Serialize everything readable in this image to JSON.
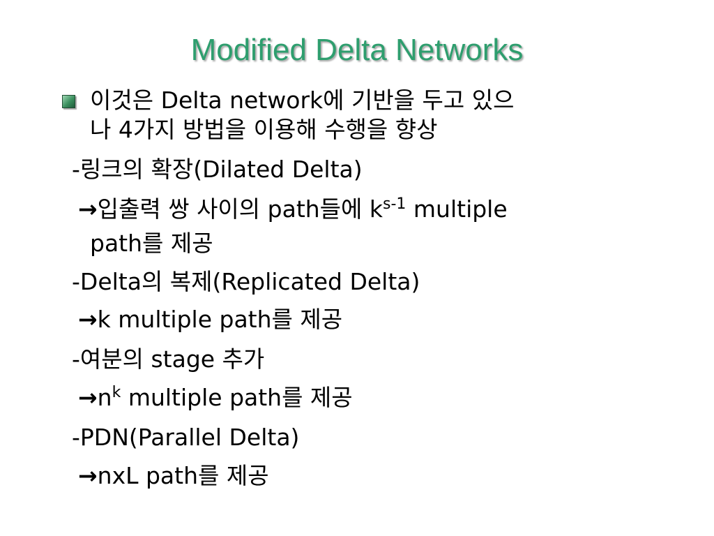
{
  "slide": {
    "title": "Modified Delta Networks",
    "bullet_line1": "이것은 Delta network에 기반을 두고 있으",
    "bullet_line2": "나 4가지 방법을 이용해 수행을 향상",
    "items": [
      {
        "heading": "-링크의 확장(Dilated Delta)"
      },
      {
        "heading": "-Delta의 복제(Replicated Delta)"
      },
      {
        "heading": "-여분의 stage 추가"
      },
      {
        "heading": "-PDN(Parallel Delta)"
      }
    ],
    "arrow_symbol": "→",
    "detail1_pre": "입출력 쌍 사이의 path들에 k",
    "detail1_sup": "s-1",
    "detail1_post": " multiple",
    "detail1_line2": "path를 제공",
    "detail2": "k multiple path를 제공",
    "detail3_base": "n",
    "detail3_sup": "k",
    "detail3_post": " multiple path를 제공",
    "detail4": "nxL path를 제공"
  },
  "colors": {
    "title": "#2e9e6e",
    "bullet": "#3a8f5e",
    "text": "#000000"
  },
  "icons": {
    "bullet": "square-bullet-icon",
    "arrow": "right-arrow-icon"
  }
}
